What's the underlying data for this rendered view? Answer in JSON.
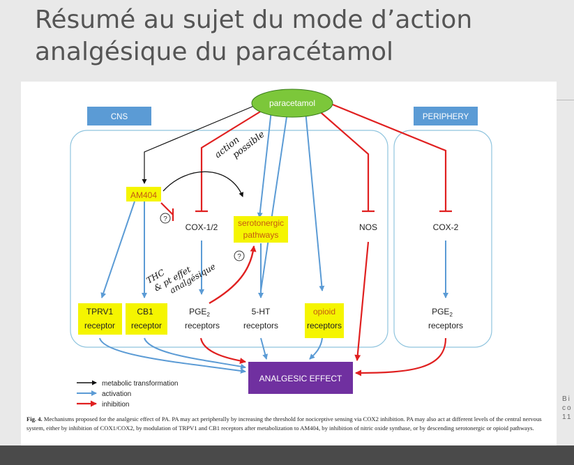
{
  "slide": {
    "title_line1": "Résumé au sujet du mode d’action",
    "title_line2": "analgésique du paracétamol"
  },
  "diagram": {
    "cns_label": "CNS",
    "periphery_label": "PERIPHERY",
    "paracetamol": "paracetamol",
    "am404": "AM404",
    "cox12": "COX-1/2",
    "serotonergic_line1": "serotonergic",
    "serotonergic_line2": "pathways",
    "nos": "NOS",
    "cox2": "COX-2",
    "tprv1_line1": "TPRV1",
    "tprv1_line2": "receptor",
    "cb1_line1": "CB1",
    "cb1_line2": "receptor",
    "pge2_line1": "PGE",
    "pge2_sub": "2",
    "pge2_line2": "receptors",
    "ht5_line1": "5-HT",
    "ht5_line2": "receptors",
    "opioid_line1": "opioid",
    "opioid_line2": "receptors",
    "pge2p_line1": "PGE",
    "pge2p_sub": "2",
    "pge2p_line2": "receptors",
    "analgesic_effect": "ANALGESIC EFFECT",
    "question_mark": "?",
    "legend": {
      "metabolic": "metabolic transformation",
      "activation": "activation",
      "inhibition": "inhibition"
    },
    "handwriting": {
      "action": "action",
      "possible": "possible",
      "thc": "THC",
      "pt_effet": "& pt effet",
      "analgesique": "analgésique"
    },
    "colors": {
      "box_blue": "#5b9bd5",
      "activation": "#5b9bd5",
      "inhibition": "#e02020",
      "metabolic": "#111111",
      "paracetamol_fill": "#7cc73a",
      "analgesic_fill": "#7030a0",
      "highlight": "#f5f500",
      "container_border": "#8fc4de"
    }
  },
  "caption": {
    "label": "Fig. 4.",
    "text": "Mechanisms proposed for the analgesic effect of PA. PA may act peripherally by increasing the threshold for nociceptive sensing via COX2 inhibition. PA may also act at different levels of the central nervous system, either by inhibition of COX1/COX2, by modulation of TRPV1 and CB1 receptors after metabolization to AM404, by inhibition of nitric oxide synthase, or by descending serotonergic or opioid pathways."
  },
  "side_note": "Bi\nco\n11"
}
